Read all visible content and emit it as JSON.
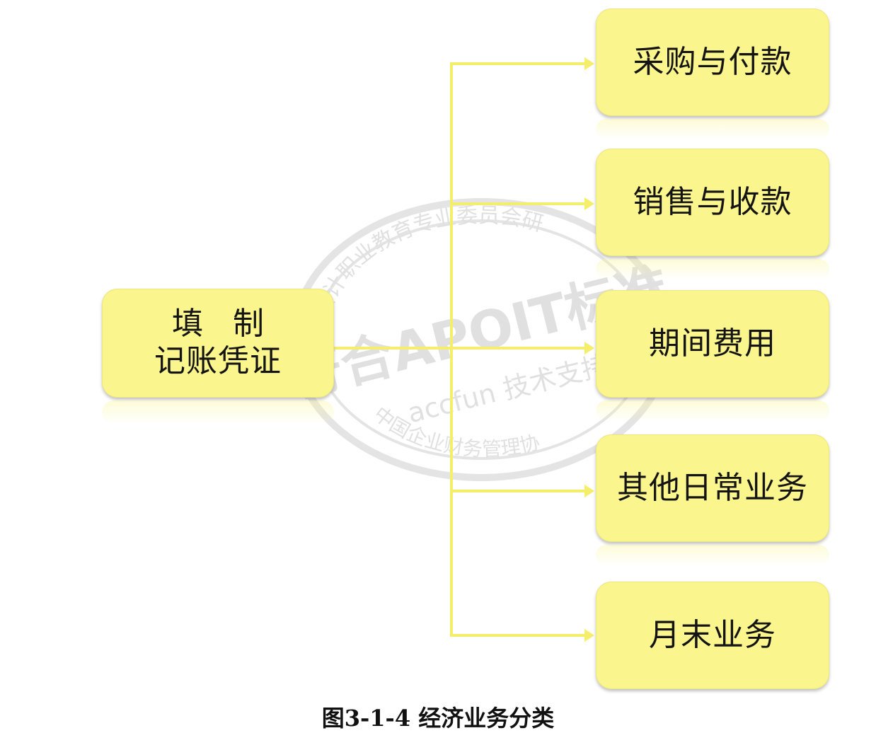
{
  "source": {
    "line1": "填 制",
    "line2": "记账凭证"
  },
  "targets": [
    {
      "label": "采购与付款"
    },
    {
      "label": "销售与收款"
    },
    {
      "label": "期间费用"
    },
    {
      "label": "其他日常业务"
    },
    {
      "label": "月末业务"
    }
  ],
  "watermark": {
    "arc_top": "会计职业教育专业委员会研",
    "main": "符合APOIT标准",
    "sub": "accfun 技术支持",
    "arc_bottom": "中国企业财务管理协"
  },
  "caption": "图3-1-4  经济业务分类",
  "colors": {
    "box_fill": "#fbf58d",
    "connector": "#f5ee6a"
  }
}
